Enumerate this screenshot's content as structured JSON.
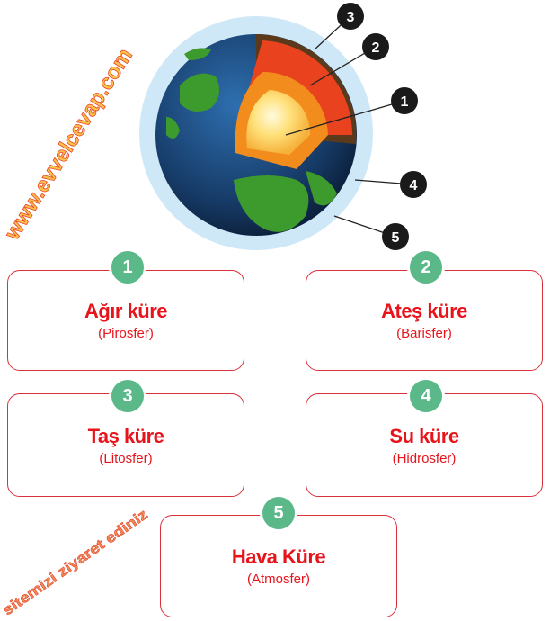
{
  "diagram": {
    "callouts": [
      "1",
      "2",
      "3",
      "4",
      "5"
    ]
  },
  "layers": [
    {
      "number": "1",
      "name": "Ağır küre",
      "term": "(Pirosfer)"
    },
    {
      "number": "2",
      "name": "Ateş küre",
      "term": "(Barisfer)"
    },
    {
      "number": "3",
      "name": "Taş küre",
      "term": "(Litosfer)"
    },
    {
      "number": "4",
      "name": "Su küre",
      "term": "(Hidrosfer)"
    },
    {
      "number": "5",
      "name": "Hava Küre",
      "term": "(Atmosfer)"
    }
  ],
  "watermark": {
    "site": "www.evvelcevap.com",
    "slogan": "sitemizi ziyaret ediniz"
  }
}
